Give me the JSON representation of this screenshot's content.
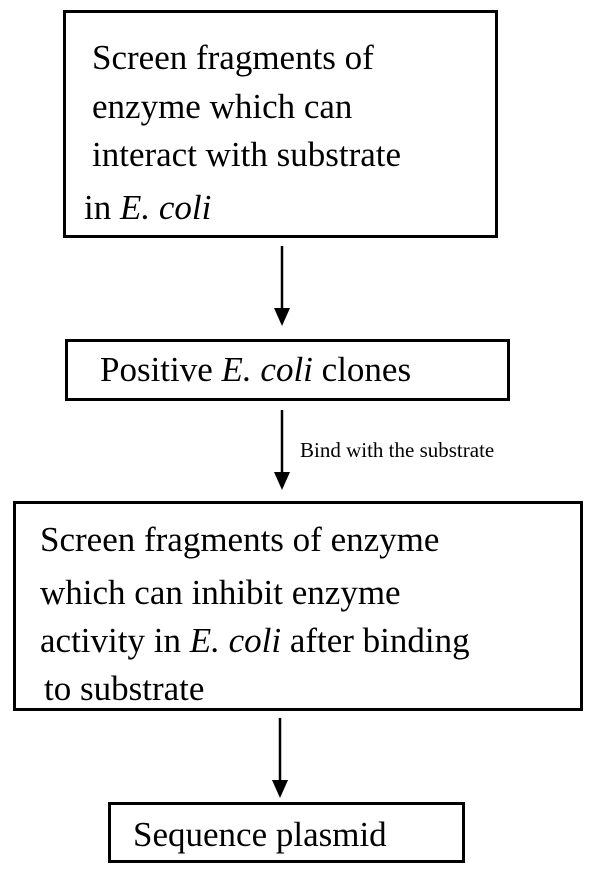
{
  "nodes": {
    "screen_interact": {
      "line1": "Screen  fragments  of",
      "line2": "enzyme which can",
      "line3": "interact with substrate",
      "line4_prefix": "in ",
      "line4_italic": "E. coli"
    },
    "positive_clones": {
      "prefix": "Positive ",
      "italic": "E. coli",
      "suffix": " clones"
    },
    "screen_inhibit": {
      "line1": "Screen  fragments  of  enzyme",
      "line2": "which can inhibit enzyme",
      "line3_prefix": "activity in ",
      "line3_italic": "E. coli",
      "line3_suffix": " after binding",
      "line4": "to  substrate"
    },
    "sequence": {
      "label": "Sequence plasmid"
    }
  },
  "edges": {
    "bind_label": "Bind with the substrate"
  }
}
